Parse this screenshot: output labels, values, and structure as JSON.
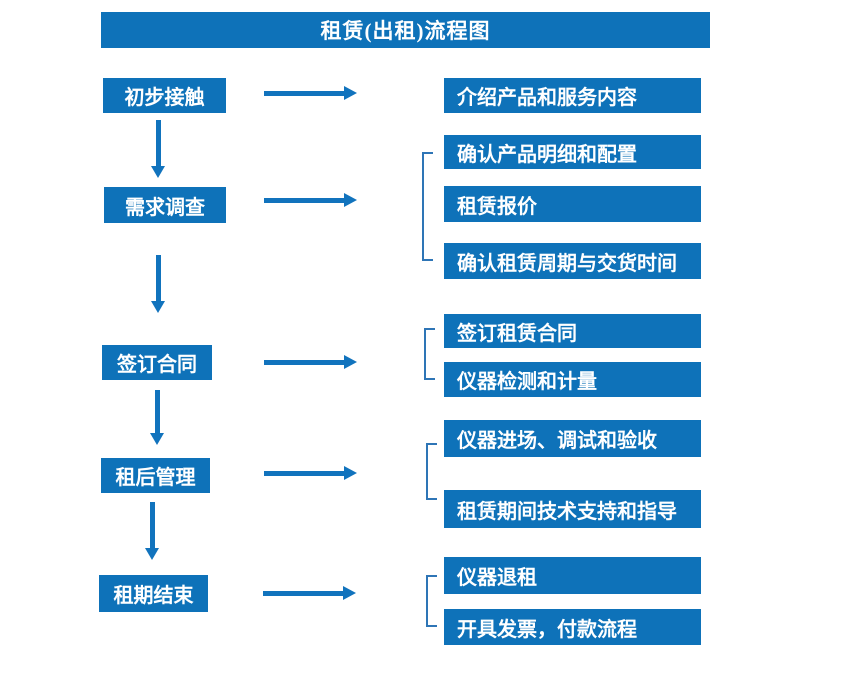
{
  "title": "租赁(出租)流程图",
  "colors": {
    "box_blue": "#0e72b9",
    "arrow_blue": "#1173bd",
    "bracket_blue": "#2e75b6",
    "text_white": "#ffffff",
    "background": "#ffffff"
  },
  "flow": [
    {
      "step": "初步接触",
      "outputs": [
        "介绍产品和服务内容"
      ]
    },
    {
      "step": "需求调查",
      "outputs": [
        "确认产品明细和配置",
        "租赁报价",
        "确认租赁周期与交货时间"
      ]
    },
    {
      "step": "签订合同",
      "outputs": [
        "签订租赁合同",
        "仪器检测和计量"
      ]
    },
    {
      "step": "租后管理",
      "outputs": [
        "仪器进场、调试和验收",
        "租赁期间技术支持和指导"
      ]
    },
    {
      "step": "租期结束",
      "outputs": [
        "仪器退租",
        "开具发票，付款流程"
      ]
    }
  ]
}
